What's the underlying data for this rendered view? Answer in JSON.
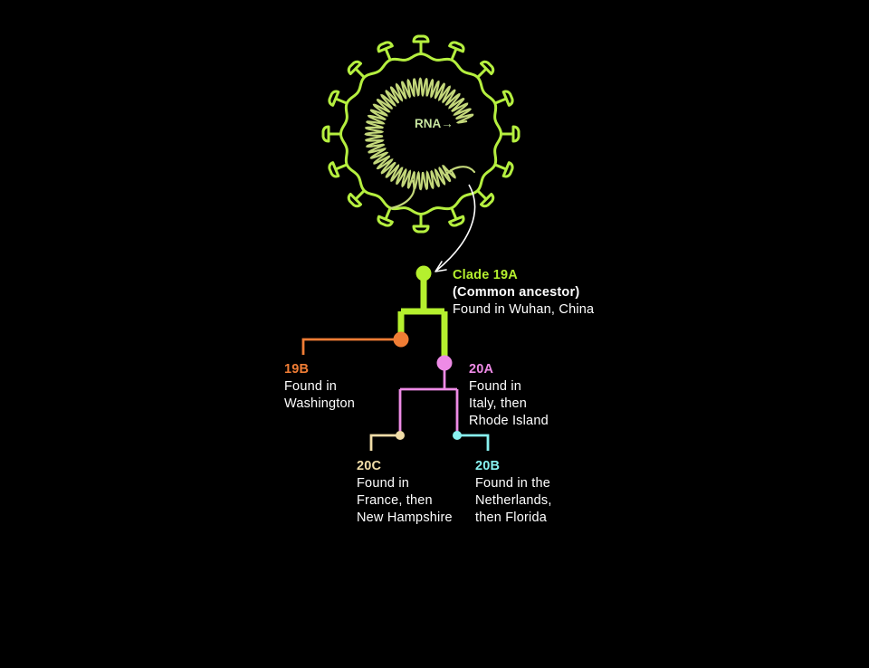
{
  "colors": {
    "background": "#000000",
    "virus_outline": "#b5ef3f",
    "rna": "#c3d77a",
    "rna_label": "#c8e6a0",
    "text": "#ffffff",
    "clade_19A": "#b5f02e",
    "clade_19B": "#f07d35",
    "clade_20A": "#ee8be6",
    "clade_20B": "#88f1f0",
    "clade_20C": "#f1dda8"
  },
  "virus": {
    "rna_label": "RNA",
    "arrow_glyph": "→"
  },
  "clades": {
    "c19A": {
      "name": "Clade 19A",
      "subtitle": "(Common ancestor)",
      "lines": [
        "Found in Wuhan, China"
      ]
    },
    "c19B": {
      "name": "19B",
      "lines": [
        "Found in",
        "Washington"
      ]
    },
    "c20A": {
      "name": "20A",
      "lines": [
        "Found in",
        "Italy, then",
        "Rhode Island"
      ]
    },
    "c20C": {
      "name": "20C",
      "lines": [
        "Found in",
        "France, then",
        "New Hampshire"
      ]
    },
    "c20B": {
      "name": "20B",
      "lines": [
        "Found in the",
        "Netherlands,",
        "then Florida"
      ]
    }
  }
}
